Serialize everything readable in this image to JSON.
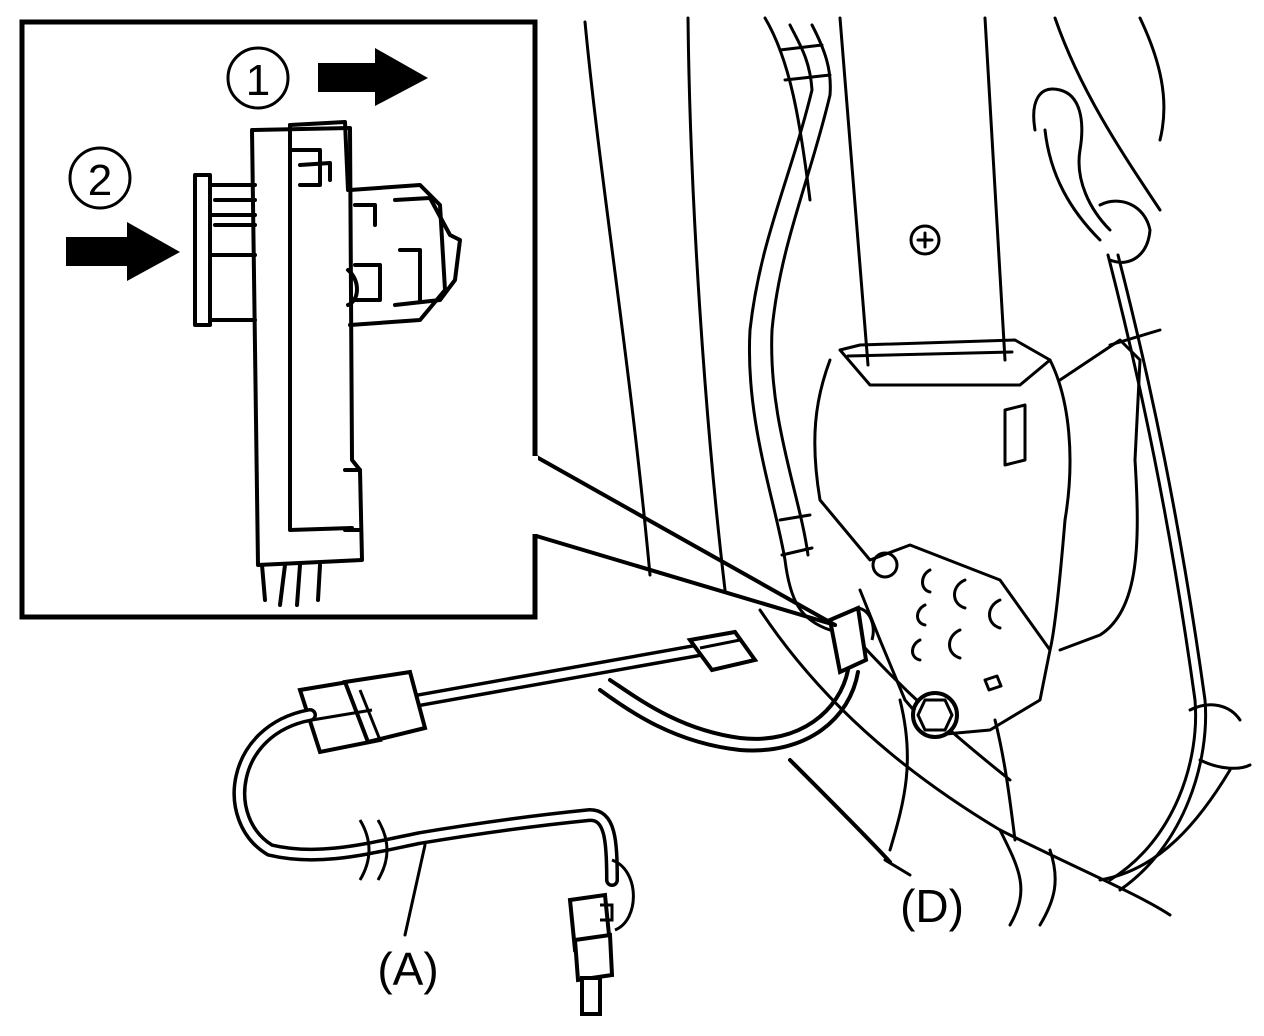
{
  "figure": {
    "step_1": "1",
    "step_2": "2",
    "label_a": "(A)",
    "label_d": "(D)"
  },
  "colors": {
    "ink": "#000000",
    "paper": "#ffffff"
  },
  "icons": [
    "arrow-right-icon",
    "arrow-right-icon"
  ]
}
